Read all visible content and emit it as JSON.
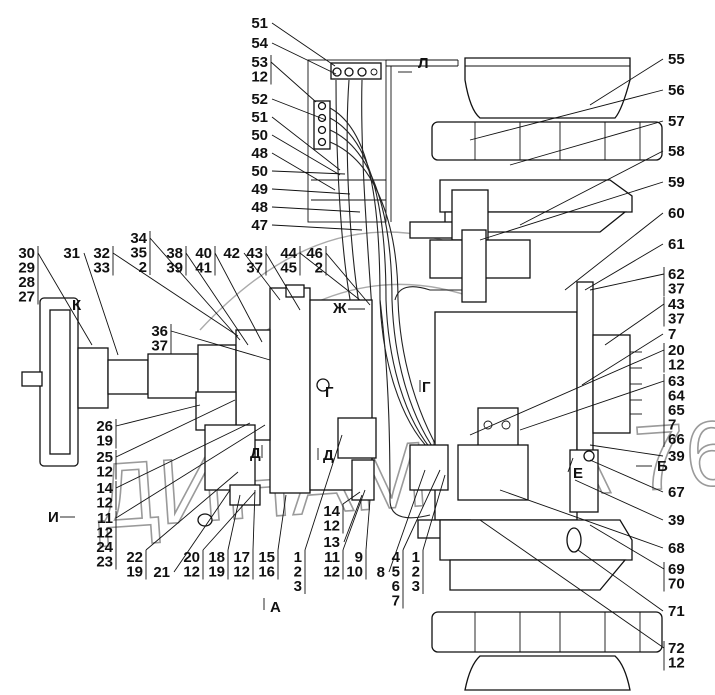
{
  "diagram": {
    "watermark": "ДИНАМИКА 76",
    "callouts": [
      [
        "51"
      ],
      [
        "54"
      ],
      [
        "53",
        "12"
      ],
      [
        "52"
      ],
      [
        "51"
      ],
      [
        "50"
      ],
      [
        "48"
      ],
      [
        "50"
      ],
      [
        "49"
      ],
      [
        "48"
      ],
      [
        "47"
      ],
      [
        "55"
      ],
      [
        "56"
      ],
      [
        "57"
      ],
      [
        "58"
      ],
      [
        "59"
      ],
      [
        "60"
      ],
      [
        "61"
      ],
      [
        "62",
        "37"
      ],
      [
        "43",
        "37"
      ],
      [
        "7"
      ],
      [
        "20",
        "12"
      ],
      [
        "63",
        "64",
        "65",
        "7",
        "66"
      ],
      [
        "39"
      ],
      [
        "67"
      ],
      [
        "39"
      ],
      [
        "68"
      ],
      [
        "69",
        "70"
      ],
      [
        "71"
      ],
      [
        "72",
        "12"
      ],
      [
        "30",
        "29",
        "28",
        "27"
      ],
      [
        "31"
      ],
      [
        "32",
        "33"
      ],
      [
        "34",
        "35",
        "2"
      ],
      [
        "38",
        "39"
      ],
      [
        "40",
        "41"
      ],
      [
        "42"
      ],
      [
        "43",
        "37"
      ],
      [
        "44",
        "45"
      ],
      [
        "46",
        "2"
      ],
      [
        "36",
        "37"
      ],
      [
        "26",
        "19"
      ],
      [
        "25",
        "12"
      ],
      [
        "14",
        "12"
      ],
      [
        "11",
        "12",
        "24",
        "23"
      ],
      [
        "22",
        "19"
      ],
      [
        "21"
      ],
      [
        "20",
        "12"
      ],
      [
        "18",
        "19"
      ],
      [
        "17",
        "12"
      ],
      [
        "15",
        "16"
      ],
      [
        "1",
        "2",
        "3"
      ],
      [
        "14",
        "12"
      ],
      [
        "13"
      ],
      [
        "11",
        "12"
      ],
      [
        "9",
        "10"
      ],
      [
        "8"
      ],
      [
        "4",
        "5",
        "6",
        "7"
      ],
      [
        "1",
        "2",
        "3"
      ]
    ],
    "view_letters": [
      "К",
      "Ж",
      "Г",
      "Г",
      "Д",
      "Д",
      "Е",
      "Б",
      "И",
      "А",
      "Л"
    ]
  }
}
